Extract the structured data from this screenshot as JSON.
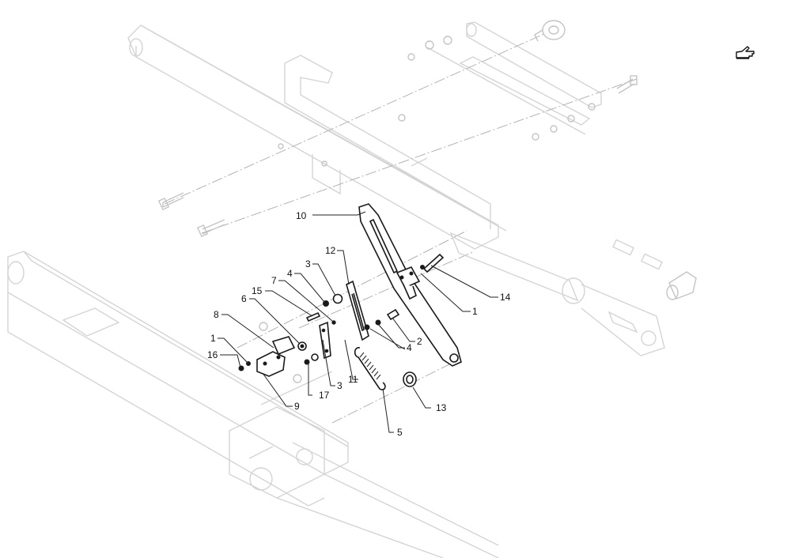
{
  "callouts": [
    {
      "id": "c10a",
      "label": "10"
    },
    {
      "id": "c12",
      "label": "12"
    },
    {
      "id": "c3a",
      "label": "3"
    },
    {
      "id": "c4a",
      "label": "4"
    },
    {
      "id": "c7",
      "label": "7"
    },
    {
      "id": "c15",
      "label": "15"
    },
    {
      "id": "c6",
      "label": "6"
    },
    {
      "id": "c8",
      "label": "8"
    },
    {
      "id": "c1a",
      "label": "1"
    },
    {
      "id": "c16",
      "label": "16"
    },
    {
      "id": "c14",
      "label": "14"
    },
    {
      "id": "c1b",
      "label": "1"
    },
    {
      "id": "c2",
      "label": "2"
    },
    {
      "id": "c4b",
      "label": "4"
    },
    {
      "id": "c3b",
      "label": "3"
    },
    {
      "id": "c11",
      "label": "11"
    },
    {
      "id": "c17",
      "label": "17"
    },
    {
      "id": "c9",
      "label": "9"
    },
    {
      "id": "c13",
      "label": "13"
    },
    {
      "id": "c5",
      "label": "5"
    }
  ],
  "nav_icon": "pointing-hand-icon"
}
